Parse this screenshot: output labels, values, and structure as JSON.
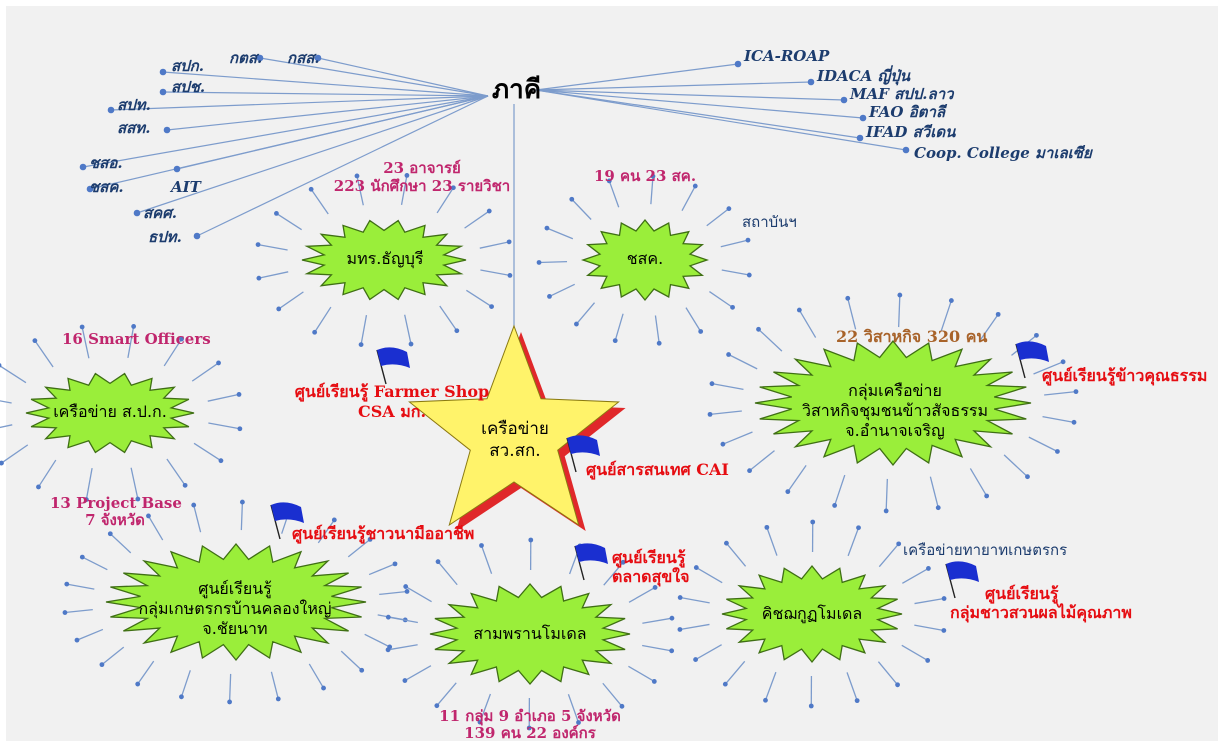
{
  "hub": {
    "title": "ภาคี",
    "left_partners": [
      "สปก.",
      "กตส.",
      "กสส.",
      "สปช.",
      "สปท.",
      "สสท.",
      "ชสอ.",
      "ชสค.",
      "AIT",
      "สคศ.",
      "ธปท."
    ],
    "right_partners": [
      "ICA-ROAP",
      "IDACA ญี่ปุ่น",
      "MAF สปป.ลาว",
      "FAO อิตาลี",
      "IFAD สวีเดน",
      "Coop. College มาเลเซีย"
    ]
  },
  "center_star": {
    "line1": "เครือข่าย",
    "line2": "สว.สก."
  },
  "nodes": {
    "thanyaburi": {
      "label": "มทร.ธัญบุรี",
      "note_line1": "23 อาจารย์",
      "note_line2": "223 นักศึกษา 23 รายวิชา"
    },
    "chsk": {
      "label": "ชสค.",
      "note": "19 คน 23 สค.",
      "side_note": "สถาบันฯ"
    },
    "spk": {
      "label": "เครือข่าย ส.ป.ก.",
      "note_top": "16 Smart Officers",
      "note_bottom_line1": "13 Project Base",
      "note_bottom_line2": "7 จังหวัด"
    },
    "amnat": {
      "line1": "กลุ่มเครือข่าย",
      "line2": "วิสาหกิจชุมชนข้าวสัจธรรม",
      "line3": "จ.อำนาจเจริญ",
      "note": "22 วิสาหกิจ 320 คน",
      "flag_label": "ศูนย์เรียนรู้ข้าวคุณธรรม"
    },
    "chainat": {
      "line1": "ศูนย์เรียนรู้",
      "line2": "กลุ่มเกษตรกรบ้านคลองใหญ่",
      "line3": "จ.ชัยนาท",
      "flag_label": "ศูนย์เรียนรู้ชาวนามืออาชีพ"
    },
    "sampran": {
      "label": "สามพรานโมเดล",
      "flag_line1": "ศูนย์เรียนรู้",
      "flag_line2": "ตลาดสุขใจ",
      "note_line1": "11 กลุ่ม 9 อำเภอ 5 จังหวัด",
      "note_line2": "139 คน 22 องค์กร"
    },
    "khitchakut": {
      "label": "คิชฌกูฏโมเดล",
      "side_note": "เครือข่ายทายาทเกษตรกร",
      "flag_line1": "ศูนย์เรียนรู้",
      "flag_line2": "กลุ่มชาวสวนผลไม้คุณภาพ"
    }
  },
  "flags": {
    "farmer_shop_line1": "ศูนย์เรียนรู้ Farmer Shop",
    "farmer_shop_line2": "CSA มก.",
    "cai": "ศูนย์สารสนเทศ CAI"
  },
  "colors": {
    "burst_fill": "#9aee3a",
    "burst_stroke": "#3f6f14",
    "spoke": "#7d9ccc",
    "dot": "#4f79c7",
    "star_fill": "#fff36a",
    "star_shadow": "#e0282a",
    "flag": "#1a2fd0",
    "partner_text": "#1c3c6e",
    "magenta_text": "#c0266d",
    "red_text": "#e60d12",
    "brown_text": "#a8632a"
  }
}
